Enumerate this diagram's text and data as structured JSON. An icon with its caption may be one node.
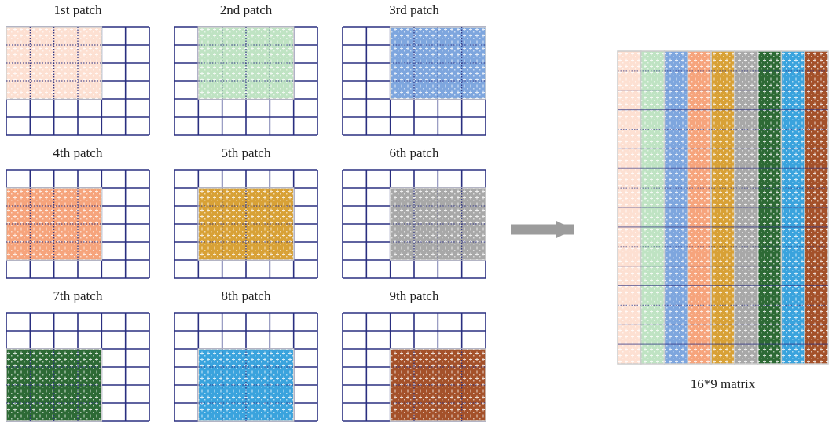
{
  "diagram": {
    "nodes": [
      {
        "text": [
          "1st patch"
        ]
      },
      {
        "text": [
          "2nd patch"
        ]
      },
      {
        "text": [
          "3rd patch"
        ]
      },
      {
        "text": [
          "4th patch"
        ]
      },
      {
        "text": [
          "5th patch"
        ]
      },
      {
        "text": [
          "6th patch"
        ]
      },
      {
        "text": [
          "7th patch"
        ]
      },
      {
        "text": [
          "8th patch"
        ]
      },
      {
        "text": [
          "9th patch"
        ]
      },
      {
        "text": [
          "16*9 matrix"
        ]
      }
    ],
    "edges": [
      {
        "from": null,
        "to": 9,
        "arrow": "to"
      }
    ]
  }
}
